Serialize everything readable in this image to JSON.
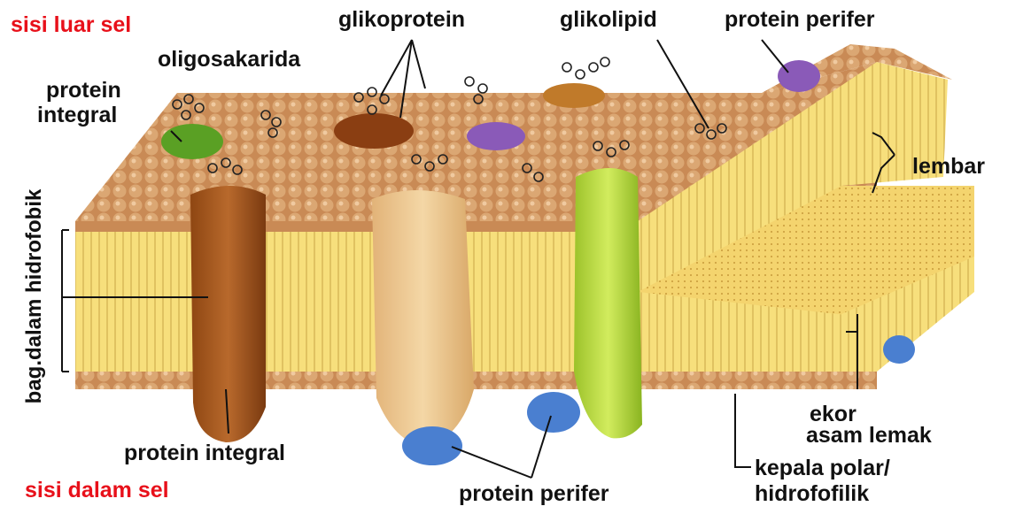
{
  "labels": {
    "outside_cell": "sisi luar sel",
    "inside_cell": "sisi dalam sel",
    "oligosaccharide": "oligosakarida",
    "glycoprotein": "glikoprotein",
    "glycolipid": "glikolipid",
    "peripheral_protein_top": "protein perifer",
    "integral_protein_left_line1": "protein",
    "integral_protein_left_line2": "integral",
    "sheet": "lembar",
    "hydrophobic_interior": "bag.dalam hidrofobik",
    "fatty_acid_tail_line1": "ekor",
    "fatty_acid_tail_line2": "asam lemak",
    "polar_head_line1": "kepala polar/",
    "polar_head_line2": "hidrofofilik",
    "integral_protein_bottom": "protein integral",
    "peripheral_protein_bottom": "protein perifer"
  },
  "colors": {
    "outside_label": "#e8101a",
    "inside_label": "#e8101a",
    "membrane_core": "#f6dc78",
    "phospholipid_head": "#d4a06a",
    "integral_protein_brown": "#a85a22",
    "integral_protein_tan": "#e8c08a",
    "integral_protein_green": "#b8d840",
    "peripheral_protein_blue": "#4a7fd0",
    "peripheral_protein_purple": "#8a5ab8"
  }
}
